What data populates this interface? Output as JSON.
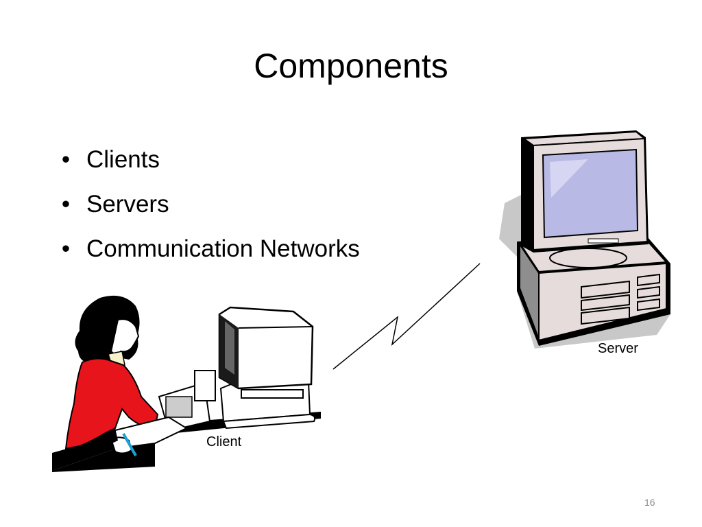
{
  "slide": {
    "title": "Components",
    "bullets": [
      "Clients",
      "Servers",
      "Communication Networks"
    ],
    "bullet_glyph": "•",
    "page_number": "16"
  },
  "illustrations": {
    "client_caption": "Client",
    "server_caption": "Server",
    "client_icon": "woman-at-computer-icon",
    "server_icon": "desktop-computer-icon",
    "link_icon": "lightning-link-icon"
  },
  "colors": {
    "jacket": "#e8141b",
    "monitor_body": "#e7dcdc",
    "monitor_screen": "#b9b9e6",
    "shadow": "#c8c8c8",
    "page_number": "#8a8a8a"
  }
}
